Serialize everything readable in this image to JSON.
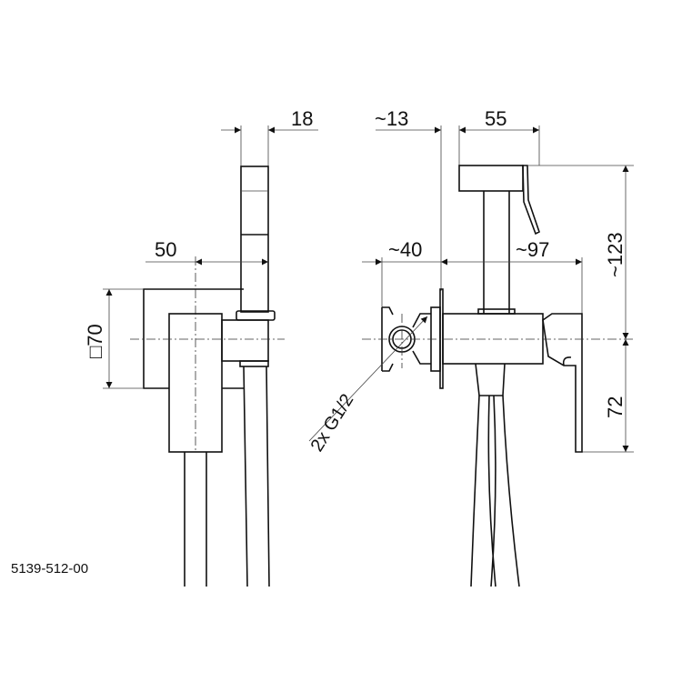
{
  "drawing_code": "5139-512-00",
  "side_view": {
    "dim_handshower_width": "18",
    "dim_offset": "50",
    "dim_plate_size": "□70"
  },
  "front_view": {
    "dim_plate_offset": "~13",
    "dim_head_width": "55",
    "dim_connection_depth": "~40",
    "dim_projection": "~97",
    "dim_height_top": "~123",
    "dim_height_bottom": "72",
    "connection_label": "2x G1/2"
  }
}
